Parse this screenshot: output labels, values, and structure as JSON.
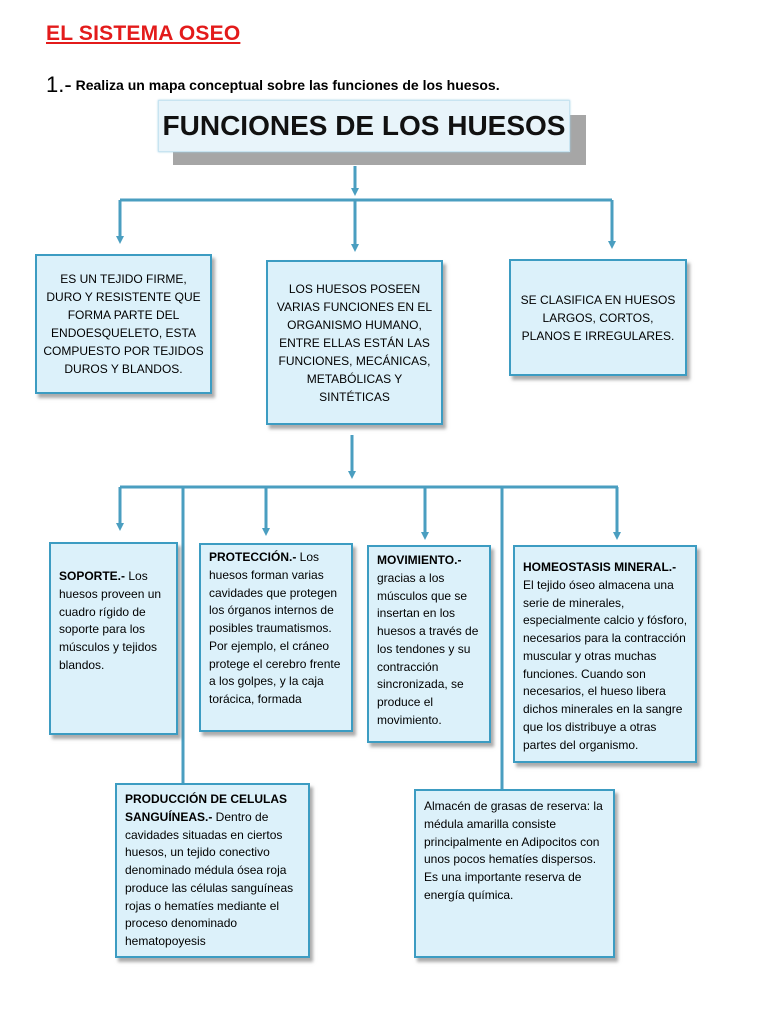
{
  "document": {
    "title": "EL SISTEMA OSEO",
    "instruction_number": "1.-",
    "instruction_text": " Realiza un mapa conceptual sobre las funciones de los huesos."
  },
  "diagram": {
    "root": "FUNCIONES DE LOS HUESOS",
    "level1": {
      "left": "ES UN TEJIDO FIRME, DURO Y  RESISTENTE QUE FORMA PARTE DEL ENDOESQUELETO, ESTA COMPUESTO POR TEJIDOS DUROS Y BLANDOS.",
      "center": "LOS HUESOS POSEEN VARIAS FUNCIONES EN EL ORGANISMO HUMANO, ENTRE ELLAS ESTÁN LAS FUNCIONES, MECÁNICAS, METABÓLICAS Y SINTÉTICAS",
      "right": "SE CLASIFICA EN HUESOS LARGOS, CORTOS, PLANOS E IRREGULARES."
    },
    "functions": {
      "soporte": {
        "heading": "SOPORTE.-",
        "text": " Los huesos proveen un cuadro rígido de soporte para los músculos y tejidos blandos."
      },
      "proteccion": {
        "heading": "PROTECCIÓN.-",
        "text": " Los huesos forman varias cavidades  que protegen los órganos internos de posibles traumatismos. Por ejemplo, el cráneo protege el cerebro frente a los golpes, y la caja torácica, formada"
      },
      "movimiento": {
        "heading": "MOVIMIENTO.-",
        "text": " gracias a los músculos que se insertan en los huesos a través de los tendones y su contracción sincronizada, se produce el movimiento."
      },
      "homeostasis": {
        "heading": "HOMEOSTASIS MINERAL.-",
        "text": " El tejido óseo almacena una serie de minerales, especialmente calcio y fósforo, necesarios para la contracción muscular y otras muchas funciones. Cuando son necesarios, el hueso libera dichos minerales en la sangre que los distribuye a otras partes del organismo."
      },
      "produccion": {
        "heading": "PRODUCCIÓN DE CELULAS SANGUÍNEAS.-",
        "text": " Dentro de cavidades situadas en ciertos huesos, un tejido conectivo denominado médula ósea roja produce las células sanguíneas rojas o hematíes mediante el proceso denominado hematopoyesis"
      },
      "almacen": {
        "text": "Almacén de grasas de reserva: la médula amarilla consiste principalmente en  Adipocitos   con unos pocos hematíes dispersos. Es una importante reserva de energía química."
      }
    }
  },
  "colors": {
    "title": "#e31b1b",
    "connector": "#4a9ec0",
    "box_border": "#3c9cc2",
    "box_fill": "#dcf1fa"
  }
}
